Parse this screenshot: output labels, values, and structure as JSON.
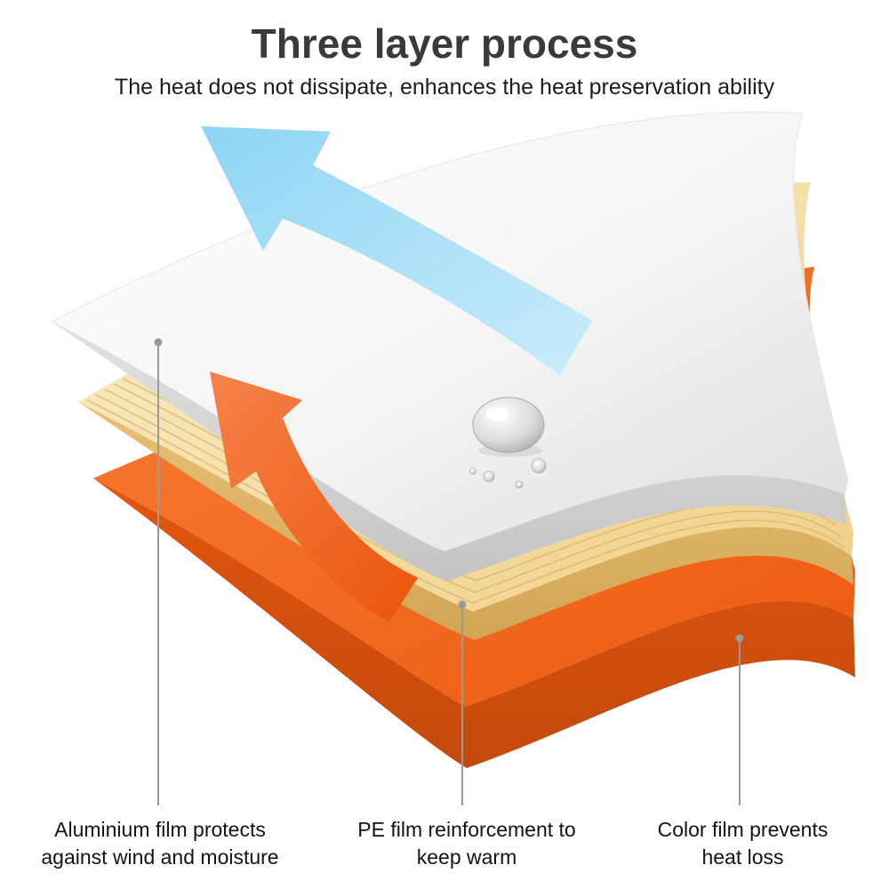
{
  "title": "Three layer process",
  "subtitle": "The heat does not dissipate, enhances the heat preservation ability",
  "labels": [
    {
      "text": "Aluminium film protects against wind and moisture"
    },
    {
      "text": "PE film reinforcement to keep warm"
    },
    {
      "text": "Color film prevents heat loss"
    }
  ],
  "layers": [
    {
      "name": "aluminium-film",
      "color": "#efefef"
    },
    {
      "name": "pe-film",
      "color": "#f4d993"
    },
    {
      "name": "color-film",
      "color": "#ee5a12"
    }
  ],
  "colors": {
    "accent_blue": "#9bdcf6",
    "accent_orange": "#f15a22",
    "text_dark": "#3a3a3a",
    "leader_gray": "#9a9a9a"
  }
}
